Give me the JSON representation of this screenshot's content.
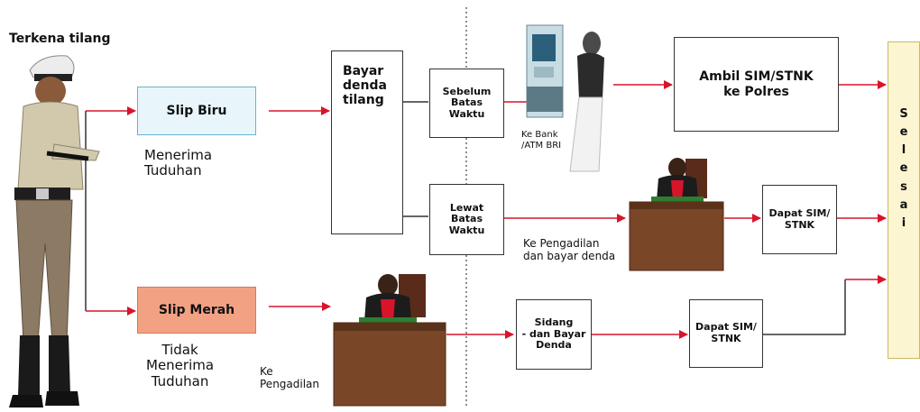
{
  "title": "Terkena tilang",
  "slip_biru": "Slip Biru",
  "menerima_tuduhan": "Menerima\nTuduhan",
  "slip_merah": "Slip Merah",
  "tidak_menerima": "Tidak\nMenerima\nTuduhan",
  "ke_pengadilan_bottom": "Ke\nPengadilan",
  "bayar_denda": "Bayar\ndenda\ntilang",
  "sebelum": "Sebelum\nBatas\nWaktu",
  "lewat": "Lewat\nBatas\nWaktu",
  "ke_bank": "Ke Bank\n/ATM BRI",
  "ke_pengadilan_bayar": "Ke Pengadilan\ndan bayar denda",
  "ambil": "Ambil SIM/STNK\nke Polres",
  "dapat_mid": "Dapat SIM/\nSTNK",
  "sidang": "Sidang\n- dan Bayar\nDenda",
  "dapat_bottom": "Dapat SIM/\nSTNK",
  "selesai": [
    "S",
    "e",
    "l",
    "e",
    "s",
    "a",
    "i"
  ],
  "colors": {
    "slip_biru_fill": "#e8f6fb",
    "slip_merah_fill": "#f3a183",
    "selesai_fill": "#fbf5d2",
    "arrow": "#d8142b"
  }
}
